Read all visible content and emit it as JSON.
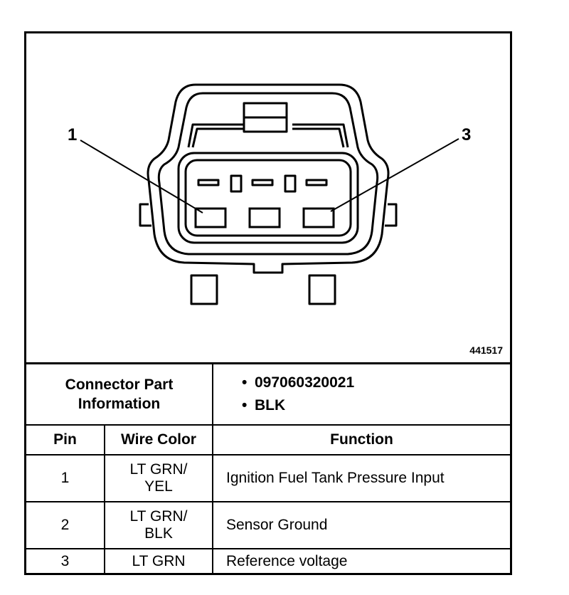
{
  "diagram": {
    "callouts": [
      "1",
      "3"
    ],
    "figure_number": "441517"
  },
  "connector_info": {
    "label_line1": "Connector Part",
    "label_line2": "Information",
    "values": [
      "097060320021",
      "BLK"
    ]
  },
  "table": {
    "headers": [
      "Pin",
      "Wire Color",
      "Function"
    ],
    "rows": [
      {
        "pin": "1",
        "wire_line1": "LT GRN/",
        "wire_line2": "YEL",
        "function": "Ignition Fuel Tank Pressure Input"
      },
      {
        "pin": "2",
        "wire_line1": "LT GRN/",
        "wire_line2": "BLK",
        "function": "Sensor Ground"
      },
      {
        "pin": "3",
        "wire_line1": "LT GRN",
        "wire_line2": "",
        "function": "Reference voltage"
      }
    ]
  }
}
